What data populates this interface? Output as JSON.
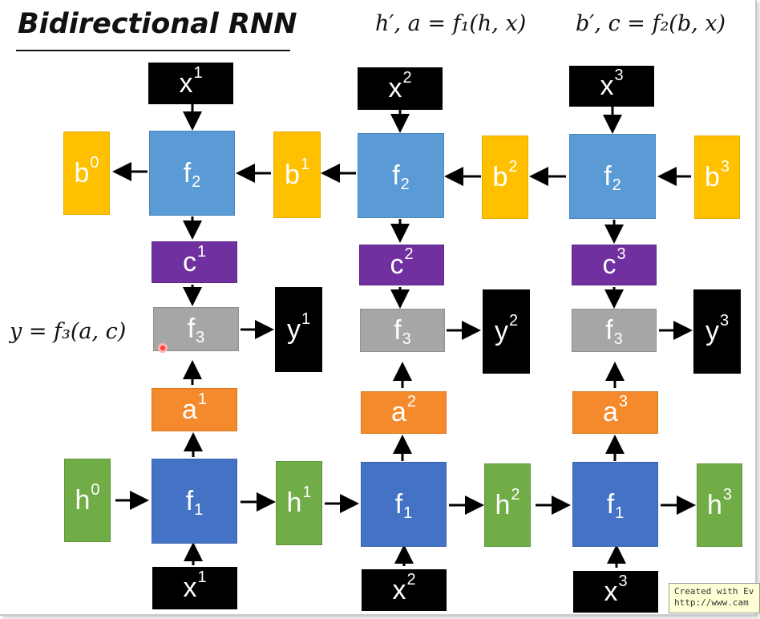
{
  "title": "Bidirectional RNN",
  "formulas": {
    "forward": "h′, a = f₁(h, x)",
    "backward": "b′, c = f₂(b, x)",
    "output": "y = f₃(a, c)"
  },
  "nodes": {
    "x_top": [
      {
        "base": "x",
        "sup": "1"
      },
      {
        "base": "x",
        "sup": "2"
      },
      {
        "base": "x",
        "sup": "3"
      }
    ],
    "f2": [
      {
        "base": "f",
        "sub": "2"
      },
      {
        "base": "f",
        "sub": "2"
      },
      {
        "base": "f",
        "sub": "2"
      }
    ],
    "b": [
      {
        "base": "b",
        "sup": "0"
      },
      {
        "base": "b",
        "sup": "1"
      },
      {
        "base": "b",
        "sup": "2"
      },
      {
        "base": "b",
        "sup": "3"
      }
    ],
    "c": [
      {
        "base": "c",
        "sup": "1"
      },
      {
        "base": "c",
        "sup": "2"
      },
      {
        "base": "c",
        "sup": "3"
      }
    ],
    "f3": [
      {
        "base": "f",
        "sub": "3"
      },
      {
        "base": "f",
        "sub": "3"
      },
      {
        "base": "f",
        "sub": "3"
      }
    ],
    "y": [
      {
        "base": "y",
        "sup": "1"
      },
      {
        "base": "y",
        "sup": "2"
      },
      {
        "base": "y",
        "sup": "3"
      }
    ],
    "a": [
      {
        "base": "a",
        "sup": "1"
      },
      {
        "base": "a",
        "sup": "2"
      },
      {
        "base": "a",
        "sup": "3"
      }
    ],
    "f1": [
      {
        "base": "f",
        "sub": "1"
      },
      {
        "base": "f",
        "sub": "1"
      },
      {
        "base": "f",
        "sub": "1"
      }
    ],
    "h": [
      {
        "base": "h",
        "sup": "0"
      },
      {
        "base": "h",
        "sup": "1"
      },
      {
        "base": "h",
        "sup": "2"
      },
      {
        "base": "h",
        "sup": "3"
      }
    ],
    "x_bottom": [
      {
        "base": "x",
        "sup": "1"
      },
      {
        "base": "x",
        "sup": "2"
      },
      {
        "base": "x",
        "sup": "3"
      }
    ]
  },
  "watermark": {
    "line1": "Created with Ev",
    "line2": "http://www.cam"
  },
  "colors": {
    "f2": "#5b9bd5",
    "f1": "#4472c4",
    "b": "#ffc000",
    "c": "#7030a0",
    "f3": "#a6a6a6",
    "a": "#f58a2c",
    "h": "#70ad47",
    "x": "#000000",
    "y": "#000000"
  }
}
